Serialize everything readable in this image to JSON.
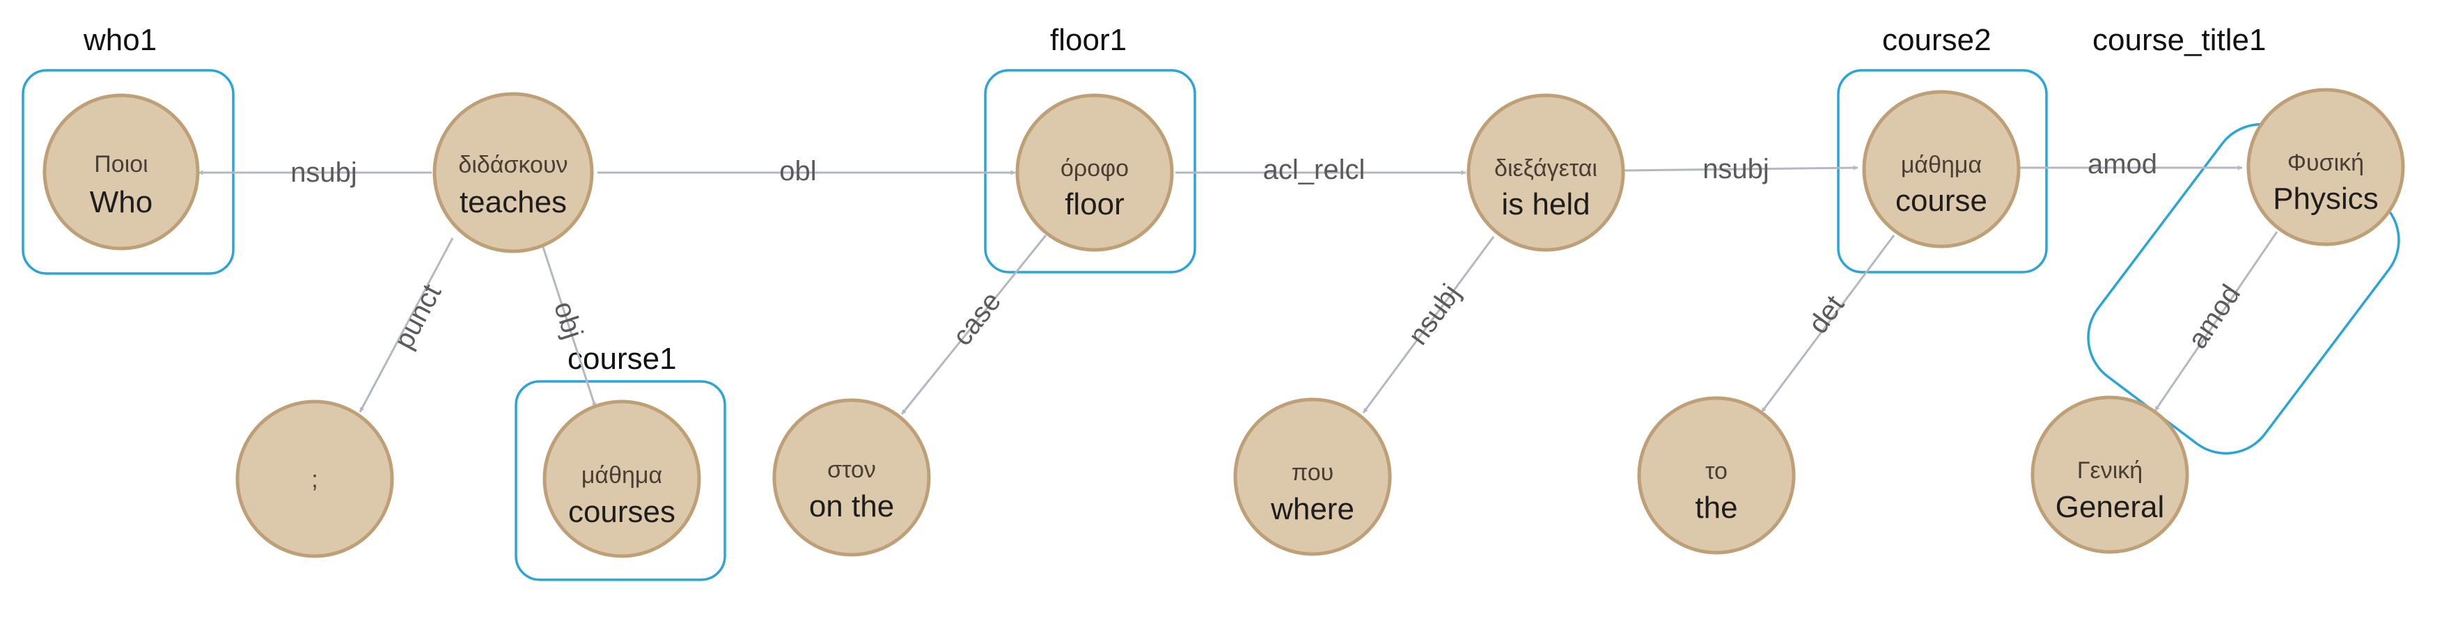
{
  "colors": {
    "node_fill": "#dcc9ab",
    "node_stroke": "#bf9f76",
    "edge": "#b4b8c2",
    "group_box": "#2aa5d9"
  },
  "nodes": {
    "who": {
      "greek": "Ποιοι",
      "english": "Who"
    },
    "teaches": {
      "greek": "διδάσκουν",
      "english": "teaches"
    },
    "question_mark": {
      "greek": ";",
      "english": ""
    },
    "courses": {
      "greek": "μάθημα",
      "english": "courses"
    },
    "on_the": {
      "greek": "στον",
      "english": "on the"
    },
    "floor": {
      "greek": "όροφο",
      "english": "floor"
    },
    "is_held": {
      "greek": "διεξάγεται",
      "english": "is held"
    },
    "where": {
      "greek": "που",
      "english": "where"
    },
    "course": {
      "greek": "μάθημα",
      "english": "course"
    },
    "the": {
      "greek": "το",
      "english": "the"
    },
    "physics": {
      "greek": "Φυσική",
      "english": "Physics"
    },
    "general": {
      "greek": "Γενική",
      "english": "General"
    }
  },
  "edges": {
    "teaches_who": "nsubj",
    "teaches_floor": "obl",
    "teaches_qmark": "punct",
    "teaches_courses": "obj",
    "floor_is_held": "acl_relcl",
    "floor_on_the": "case",
    "is_held_course": "nsubj",
    "is_held_where": "nsubj",
    "course_physics": "amod",
    "course_the": "det",
    "physics_general": "amod"
  },
  "groups": {
    "who1": "who1",
    "floor1": "floor1",
    "course1": "course1",
    "course2": "course2",
    "course_title1": "course_title1"
  }
}
